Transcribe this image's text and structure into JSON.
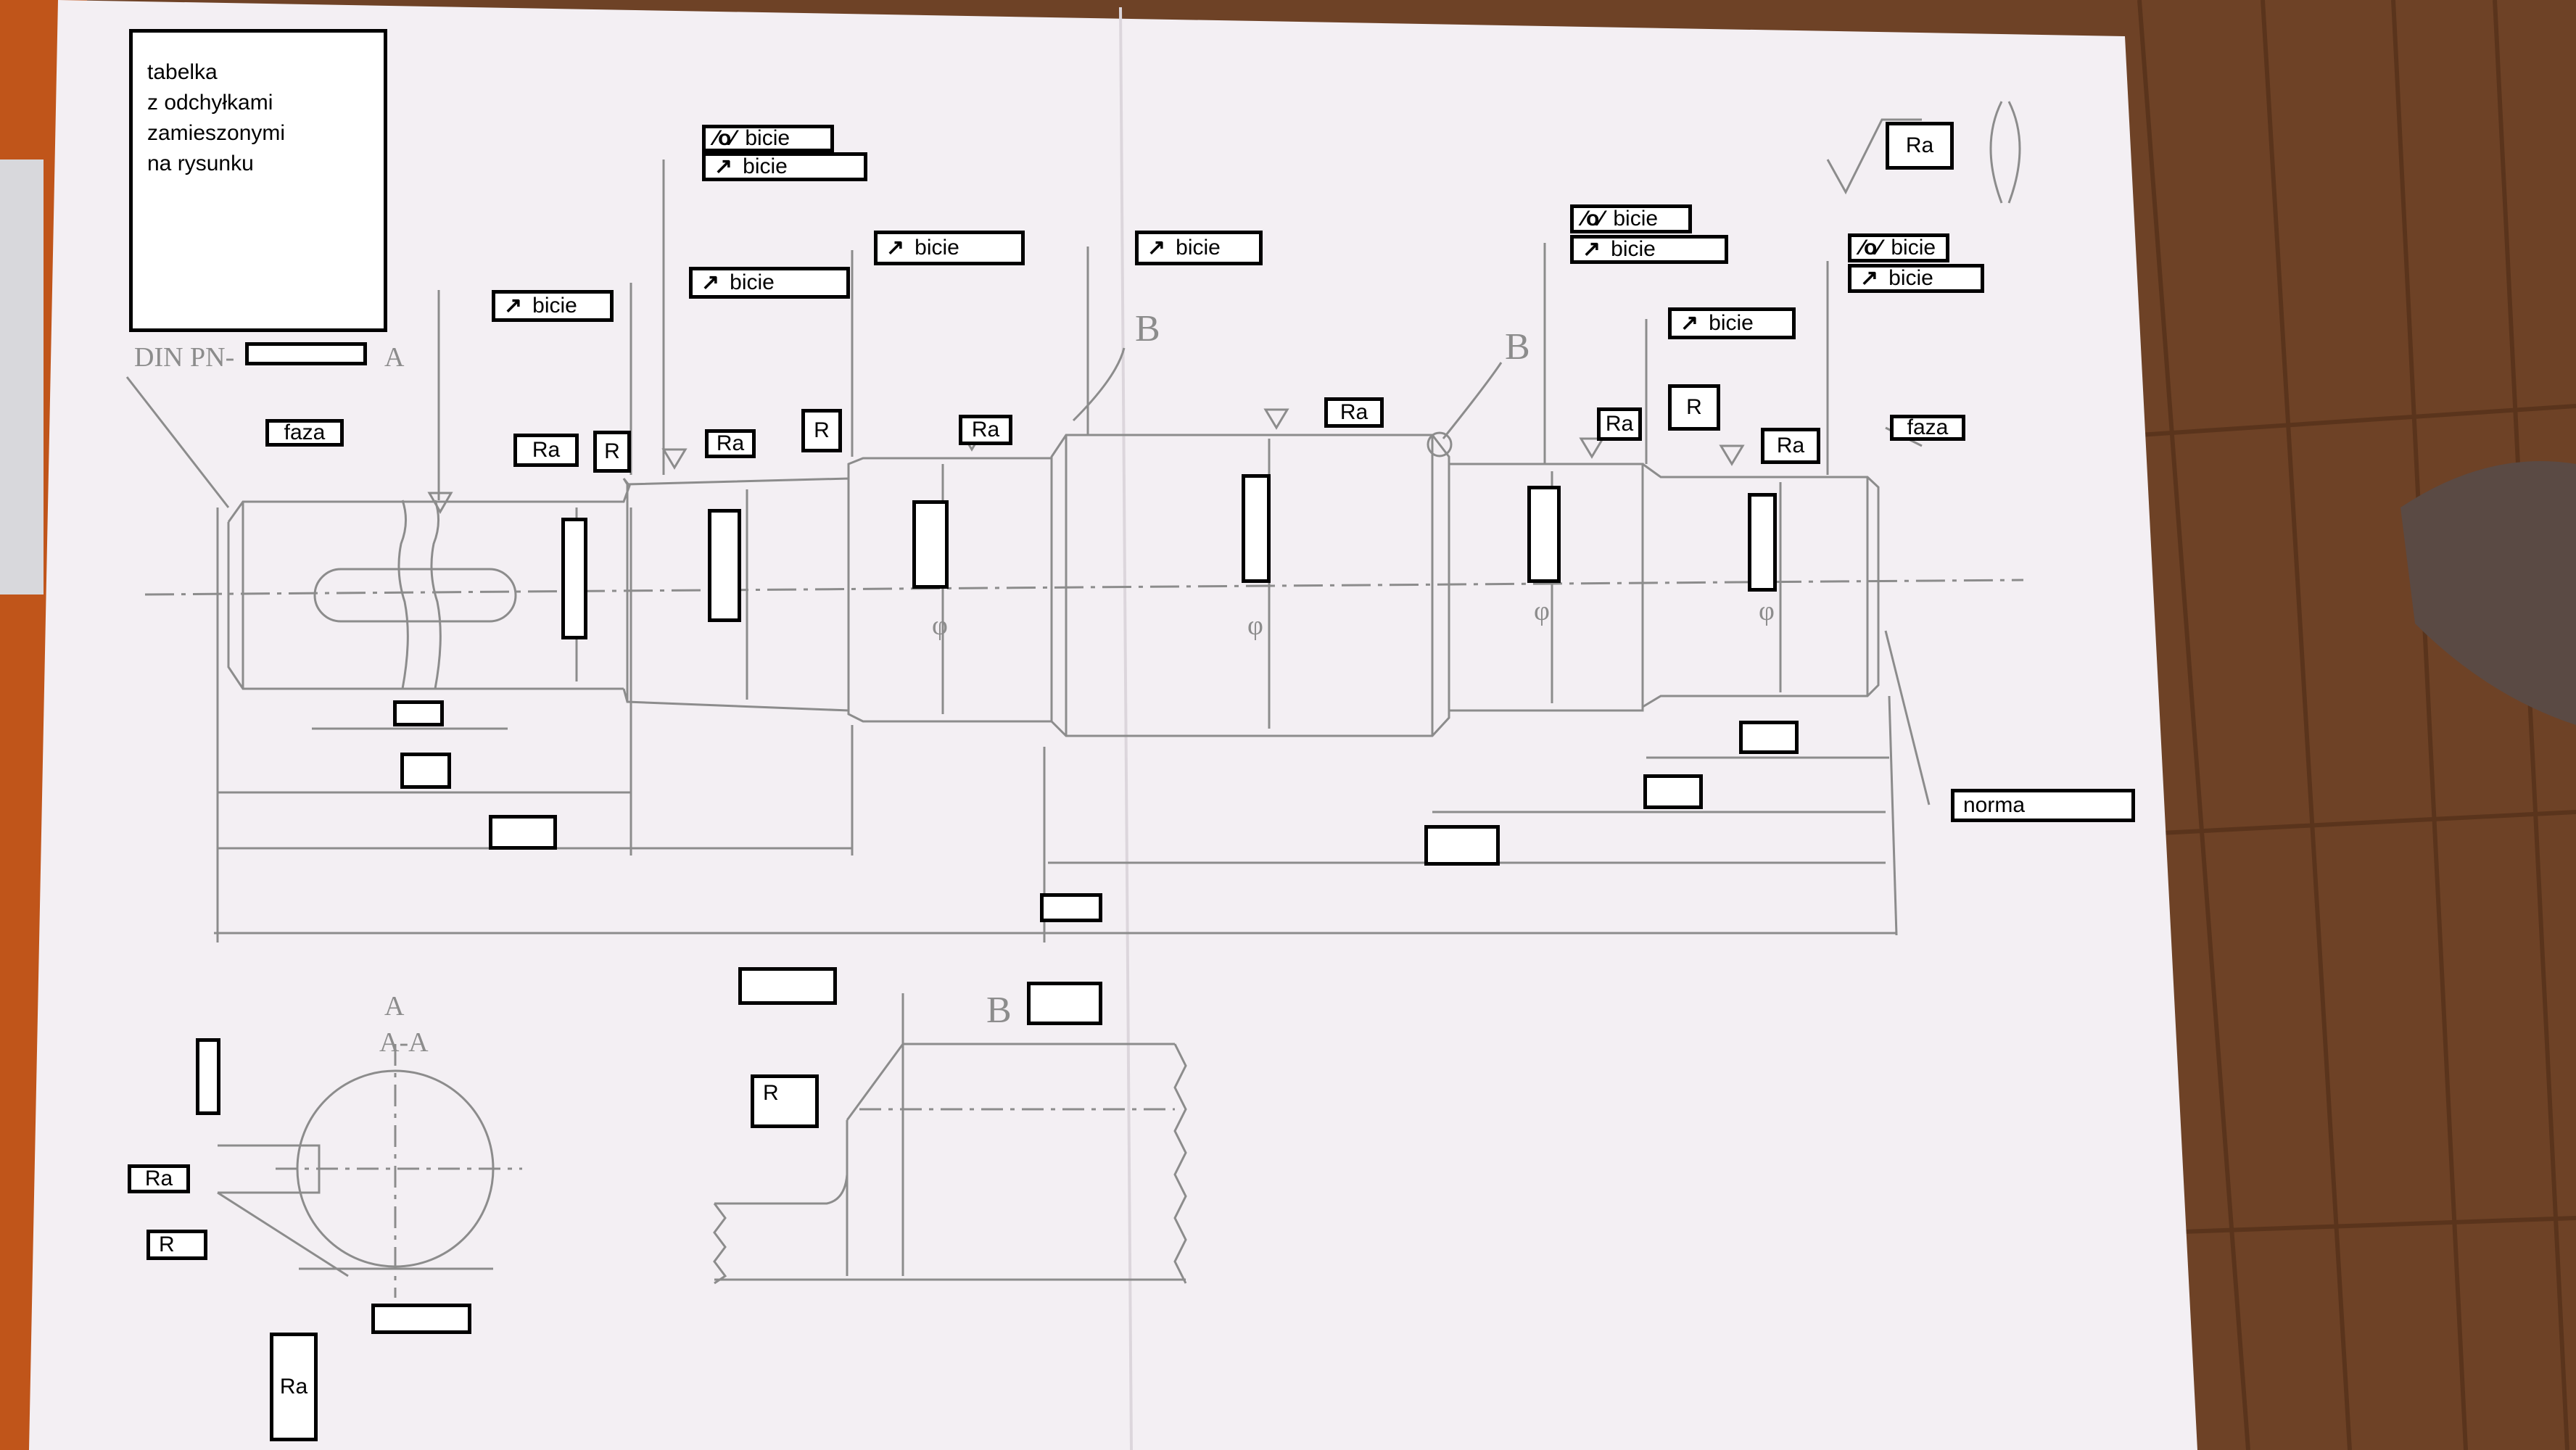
{
  "note": "tabelka\nz odchyłkami\nzamieszonymi\nna rysunku",
  "labels": {
    "bicie": "bicie",
    "ra": "Ra",
    "r": "R",
    "faza": "faza",
    "norma": "norma"
  },
  "sketch_text": {
    "din": "DIN PN-",
    "section_mark": "A",
    "section_title": "A-A",
    "detail_mark": "B",
    "phi": "φ"
  },
  "symbols": {
    "circular_runout": "⁄o⁄",
    "total_runout": "↗"
  },
  "colors": {
    "paper": "#f3eff3",
    "pencil": "#8c8c8c",
    "wood": "#7a4a2c",
    "orange": "#c0551a"
  }
}
